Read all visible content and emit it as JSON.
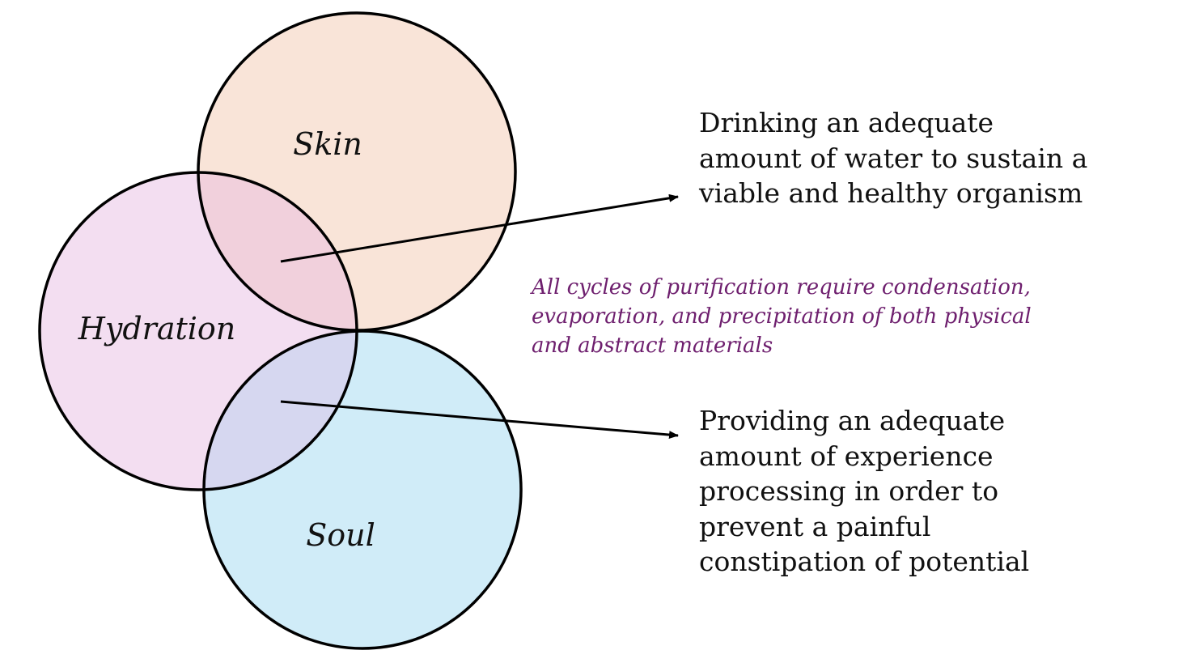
{
  "circles": {
    "skin": {
      "label": "Skin",
      "fill": "#f9e4d8"
    },
    "hydration": {
      "label": "Hydration",
      "fill": "#f3def1"
    },
    "soul": {
      "label": "Soul",
      "fill": "#d0ecf8"
    },
    "overlap_skin_hydration_fill": "#f1d0dc",
    "overlap_hydration_soul_fill": "#d6d7f0",
    "outline_color": "#000000"
  },
  "notes": {
    "top": {
      "lines": [
        "Drinking an adequate",
        "amount of water to sustain a",
        "viable and healthy organism"
      ]
    },
    "middle": {
      "color": "#6e1f6e",
      "lines": [
        "All cycles of purification require condensation,",
        "evaporation, and precipitation of both physical",
        "and abstract materials"
      ]
    },
    "bottom": {
      "lines": [
        "Providing an adequate",
        "amount of experience",
        "processing in order to",
        "prevent a painful",
        "constipation of potential"
      ]
    }
  }
}
